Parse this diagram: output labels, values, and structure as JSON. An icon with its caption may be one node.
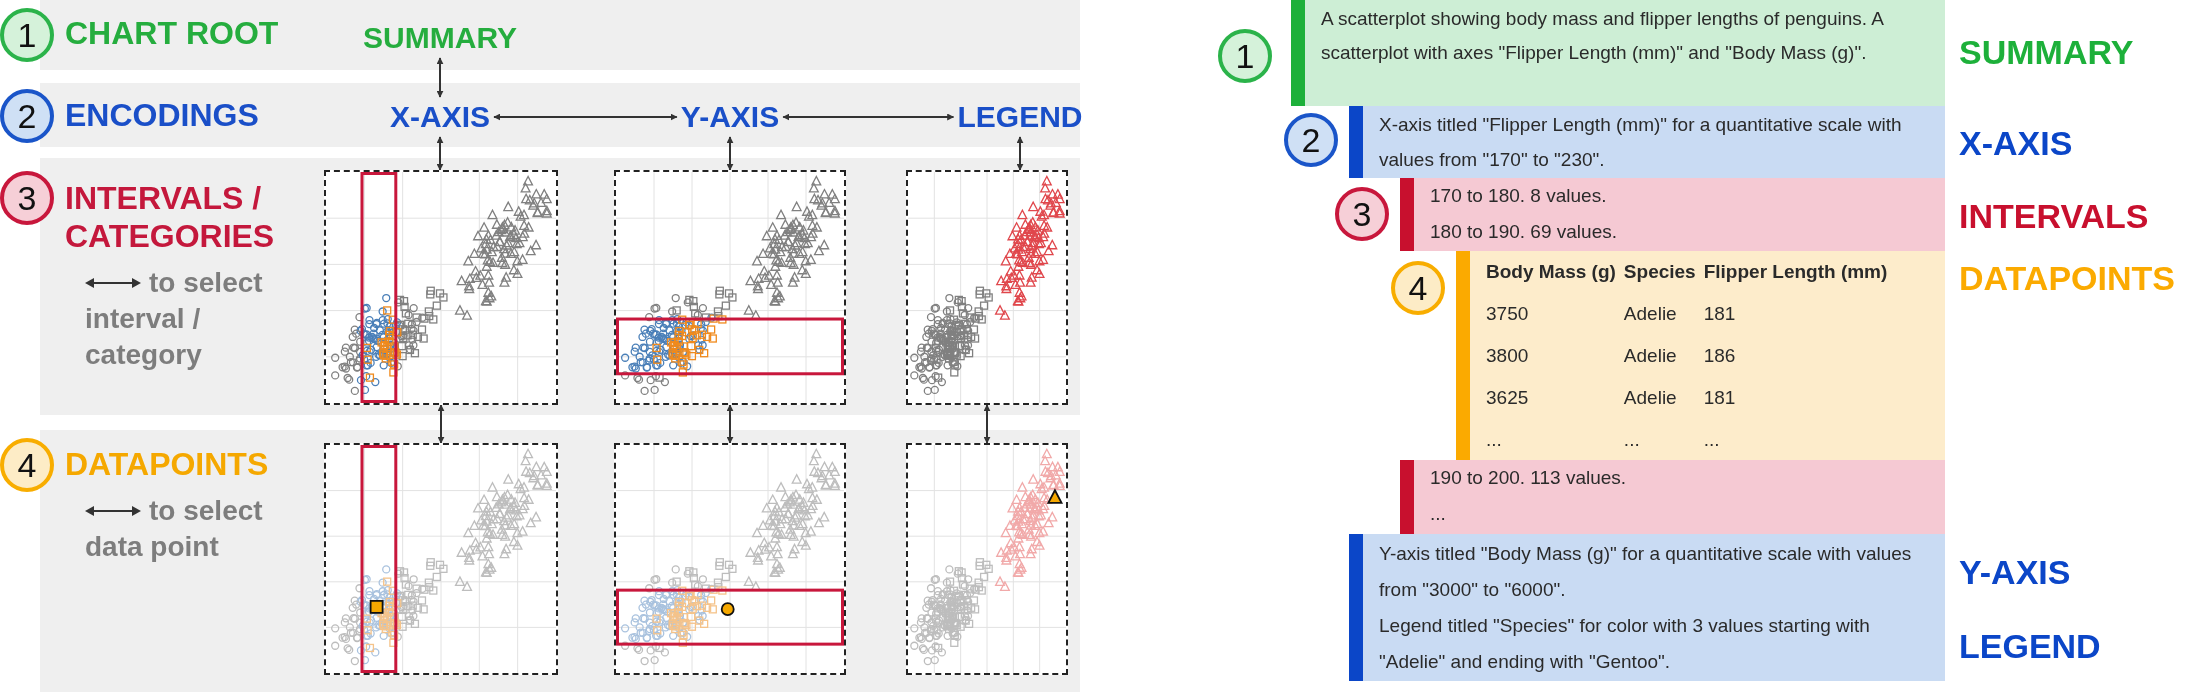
{
  "diagram": {
    "nodes": [
      {
        "text": [
          "1"
        ]
      },
      {
        "text": [
          "SUMMARY"
        ]
      },
      {
        "text": [
          "2"
        ]
      },
      {
        "text": [
          "X-AXIS"
        ]
      },
      {
        "text": [
          "Y-AXIS"
        ]
      },
      {
        "text": [
          "LEGEND"
        ]
      },
      {
        "text": [
          "3"
        ]
      },
      {
        "text": [],
        "shape": "picture"
      },
      {
        "text": [],
        "shape": "picture"
      },
      {
        "text": [],
        "shape": "picture"
      },
      {
        "text": [
          "4"
        ]
      },
      {
        "text": [],
        "shape": "picture"
      },
      {
        "text": [],
        "shape": "picture"
      },
      {
        "text": [],
        "shape": "picture"
      },
      {
        "text": [
          "1"
        ]
      },
      {
        "text": [
          "A scatterplot showing body mass and flipper lengths of penguins. A scatterplot with axes \"Flipper Length (mm)\" and \"Body Mass (g)\"."
        ],
        "beside": [
          "SUMMARY"
        ]
      },
      {
        "text": [
          "2"
        ]
      },
      {
        "text": [
          "X-axis titled \"Flipper Length (mm)\" for a quantitative scale with values from \"170\" to \"230\"."
        ],
        "beside": [
          "X-AXIS"
        ]
      },
      {
        "text": [
          "3"
        ]
      },
      {
        "text": [
          "170 to 180. 8 values.",
          "180 to 190. 69 values."
        ],
        "beside": [
          "INTERVALS"
        ]
      },
      {
        "text": [
          "4"
        ]
      },
      {
        "text": [
          "Body Mass (g)",
          "Species",
          "Flipper Length (mm)",
          "3750",
          "Adelie",
          "181",
          "3800",
          "Adelie",
          "186",
          "3625",
          "Adelie",
          "181",
          "...",
          "...",
          "..."
        ],
        "beside": [
          "DATAPOINTS"
        ]
      },
      {
        "text": [
          "190 to 200. 113 values.",
          "..."
        ]
      },
      {
        "text": [
          "Y-axis titled \"Body Mass (g)\" for a quantitative scale with values from \"3000\" to \"6000\".",
          "Legend titled \"Species\" for color with 3 values starting with \"Adelie\" and ending with \"Gentoo\"."
        ],
        "beside": [
          "Y-AXIS",
          "LEGEND"
        ]
      }
    ],
    "edges": [
      {
        "from": 1,
        "to": 3,
        "arrow": "both"
      },
      {
        "from": 3,
        "to": 4,
        "arrow": "both"
      },
      {
        "from": 4,
        "to": 5,
        "arrow": "both"
      },
      {
        "from": 3,
        "to": 7,
        "arrow": "both"
      },
      {
        "from": 4,
        "to": 8,
        "arrow": "both"
      },
      {
        "from": 5,
        "to": 9,
        "arrow": "both"
      },
      {
        "from": 7,
        "to": 11,
        "arrow": "both"
      },
      {
        "from": 8,
        "to": 12,
        "arrow": "both"
      },
      {
        "from": 9,
        "to": 13,
        "arrow": "both"
      }
    ],
    "labels": [
      "CHART ROOT",
      "ENCODINGS",
      "INTERVALS / CATEGORIES",
      "to select interval / category",
      "DATAPOINTS",
      "to select data point"
    ]
  }
}
